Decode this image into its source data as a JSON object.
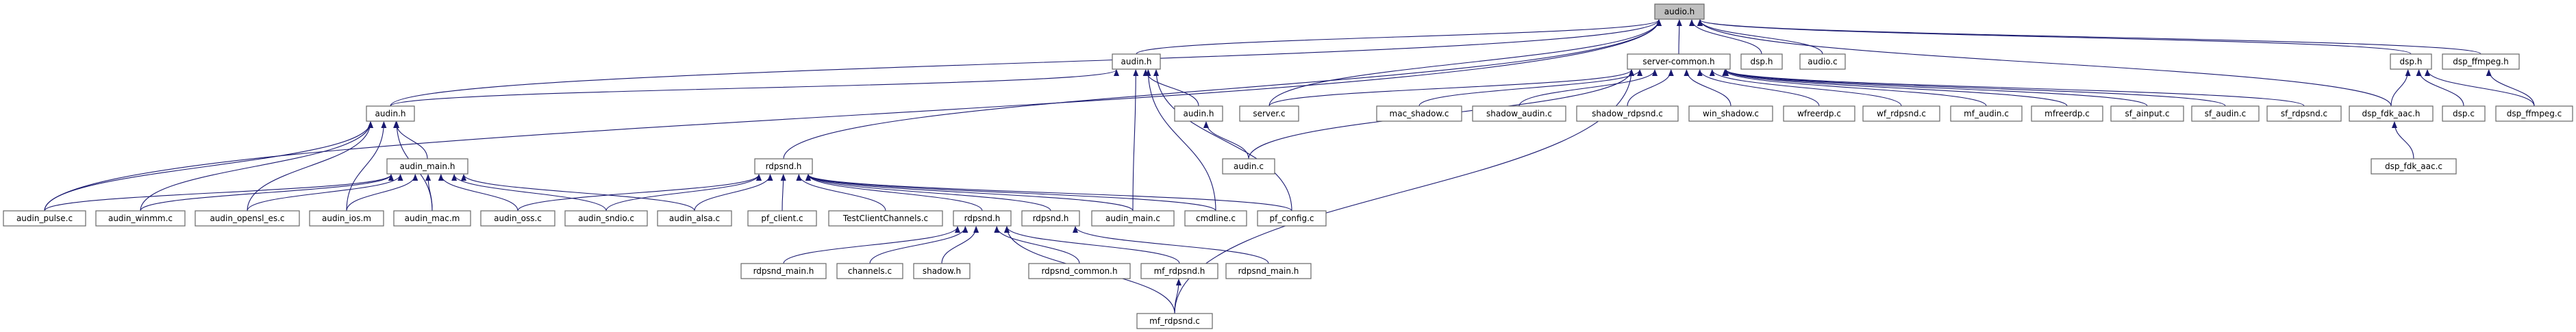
{
  "graph": {
    "nodes": [
      {
        "id": "audio_h",
        "label": "audio.h",
        "style": "root"
      },
      {
        "id": "audin_h_a",
        "label": "audin.h",
        "style": "normal"
      },
      {
        "id": "server_common_h",
        "label": "server-common.h",
        "style": "normal"
      },
      {
        "id": "dsp_h_top",
        "label": "dsp.h",
        "style": "normal"
      },
      {
        "id": "audio_c",
        "label": "audio.c",
        "style": "normal"
      },
      {
        "id": "dsp_h",
        "label": "dsp.h",
        "style": "normal"
      },
      {
        "id": "dsp_ffmpeg_h",
        "label": "dsp_ffmpeg.h",
        "style": "normal"
      },
      {
        "id": "audin_h_b",
        "label": "audin.h",
        "style": "normal"
      },
      {
        "id": "audin_h_c",
        "label": "audin.h",
        "style": "normal"
      },
      {
        "id": "server_c",
        "label": "server.c",
        "style": "normal"
      },
      {
        "id": "mac_shadow_c",
        "label": "mac_shadow.c",
        "style": "normal"
      },
      {
        "id": "shadow_audin_c",
        "label": "shadow_audin.c",
        "style": "normal"
      },
      {
        "id": "shadow_rdpsnd_c",
        "label": "shadow_rdpsnd.c",
        "style": "normal"
      },
      {
        "id": "win_shadow_c",
        "label": "win_shadow.c",
        "style": "normal"
      },
      {
        "id": "wfreerdp_c",
        "label": "wfreerdp.c",
        "style": "normal"
      },
      {
        "id": "wf_rdpsnd_c",
        "label": "wf_rdpsnd.c",
        "style": "normal"
      },
      {
        "id": "mf_audin_c",
        "label": "mf_audin.c",
        "style": "normal"
      },
      {
        "id": "mfreerdp_c",
        "label": "mfreerdp.c",
        "style": "normal"
      },
      {
        "id": "sf_ainput_c",
        "label": "sf_ainput.c",
        "style": "normal"
      },
      {
        "id": "sf_audin_c",
        "label": "sf_audin.c",
        "style": "normal"
      },
      {
        "id": "sf_rdpsnd_c",
        "label": "sf_rdpsnd.c",
        "style": "normal"
      },
      {
        "id": "dsp_fdk_aac_h",
        "label": "dsp_fdk_aac.h",
        "style": "normal"
      },
      {
        "id": "dsp_c",
        "label": "dsp.c",
        "style": "normal"
      },
      {
        "id": "dsp_ffmpeg_c",
        "label": "dsp_ffmpeg.c",
        "style": "normal"
      },
      {
        "id": "audin_main_h",
        "label": "audin_main.h",
        "style": "red"
      },
      {
        "id": "rdpsnd_h_a",
        "label": "rdpsnd.h",
        "style": "normal"
      },
      {
        "id": "audin_c",
        "label": "audin.c",
        "style": "normal"
      },
      {
        "id": "dsp_fdk_aac_c",
        "label": "dsp_fdk_aac.c",
        "style": "normal"
      },
      {
        "id": "audin_pulse_c",
        "label": "audin_pulse.c",
        "style": "normal"
      },
      {
        "id": "audin_winmm_c",
        "label": "audin_winmm.c",
        "style": "normal"
      },
      {
        "id": "audin_opensl_es_c",
        "label": "audin_opensl_es.c",
        "style": "normal"
      },
      {
        "id": "audin_ios_m",
        "label": "audin_ios.m",
        "style": "normal"
      },
      {
        "id": "audin_mac_m",
        "label": "audin_mac.m",
        "style": "normal"
      },
      {
        "id": "audin_oss_c",
        "label": "audin_oss.c",
        "style": "normal"
      },
      {
        "id": "audin_sndio_c",
        "label": "audin_sndio.c",
        "style": "normal"
      },
      {
        "id": "audin_alsa_c",
        "label": "audin_alsa.c",
        "style": "normal"
      },
      {
        "id": "pf_client_c",
        "label": "pf_client.c",
        "style": "normal"
      },
      {
        "id": "TestClientChannels_c",
        "label": "TestClientChannels.c",
        "style": "normal"
      },
      {
        "id": "rdpsnd_h_red",
        "label": "rdpsnd.h",
        "style": "red"
      },
      {
        "id": "rdpsnd_h_c",
        "label": "rdpsnd.h",
        "style": "normal"
      },
      {
        "id": "audin_main_c",
        "label": "audin_main.c",
        "style": "normal"
      },
      {
        "id": "cmdline_c",
        "label": "cmdline.c",
        "style": "normal"
      },
      {
        "id": "pf_config_c",
        "label": "pf_config.c",
        "style": "normal"
      },
      {
        "id": "rdpsnd_main_h_a",
        "label": "rdpsnd_main.h",
        "style": "red"
      },
      {
        "id": "channels_c",
        "label": "channels.c",
        "style": "normal"
      },
      {
        "id": "shadow_h",
        "label": "shadow.h",
        "style": "red"
      },
      {
        "id": "rdpsnd_common_h",
        "label": "rdpsnd_common.h",
        "style": "red"
      },
      {
        "id": "mf_rdpsnd_h",
        "label": "mf_rdpsnd.h",
        "style": "red"
      },
      {
        "id": "rdpsnd_main_h_b",
        "label": "rdpsnd_main.h",
        "style": "red"
      },
      {
        "id": "mf_rdpsnd_c",
        "label": "mf_rdpsnd.c",
        "style": "normal"
      }
    ],
    "edges": [
      [
        "audin_h_a",
        "audio_h"
      ],
      [
        "server_common_h",
        "audio_h"
      ],
      [
        "dsp_h_top",
        "audio_h"
      ],
      [
        "audio_c",
        "audio_h"
      ],
      [
        "dsp_h",
        "audio_h"
      ],
      [
        "dsp_ffmpeg_h",
        "audio_h"
      ],
      [
        "audin_h_b",
        "audio_h"
      ],
      [
        "server_c",
        "audio_h"
      ],
      [
        "rdpsnd_h_a",
        "audio_h"
      ],
      [
        "audin_pulse_c",
        "audio_h"
      ],
      [
        "dsp_fdk_aac_h",
        "audio_h"
      ],
      [
        "audin_h_b",
        "audin_h_a"
      ],
      [
        "audin_h_c",
        "audin_h_a"
      ],
      [
        "audin_main_c",
        "audin_h_a"
      ],
      [
        "cmdline_c",
        "audin_h_a"
      ],
      [
        "pf_config_c",
        "audin_h_a"
      ],
      [
        "server_c",
        "server_common_h"
      ],
      [
        "mac_shadow_c",
        "server_common_h"
      ],
      [
        "shadow_audin_c",
        "server_common_h"
      ],
      [
        "shadow_rdpsnd_c",
        "server_common_h"
      ],
      [
        "win_shadow_c",
        "server_common_h"
      ],
      [
        "wfreerdp_c",
        "server_common_h"
      ],
      [
        "wf_rdpsnd_c",
        "server_common_h"
      ],
      [
        "mf_audin_c",
        "server_common_h"
      ],
      [
        "mfreerdp_c",
        "server_common_h"
      ],
      [
        "sf_ainput_c",
        "server_common_h"
      ],
      [
        "sf_audin_c",
        "server_common_h"
      ],
      [
        "sf_rdpsnd_c",
        "server_common_h"
      ],
      [
        "audin_c",
        "server_common_h"
      ],
      [
        "mf_rdpsnd_c",
        "server_common_h"
      ],
      [
        "dsp_fdk_aac_h",
        "dsp_h"
      ],
      [
        "dsp_c",
        "dsp_h"
      ],
      [
        "dsp_ffmpeg_c",
        "dsp_h"
      ],
      [
        "dsp_ffmpeg_c",
        "dsp_ffmpeg_h"
      ],
      [
        "dsp_fdk_aac_c",
        "dsp_fdk_aac_h"
      ],
      [
        "audin_c",
        "audin_h_c"
      ],
      [
        "audin_main_h",
        "audin_h_b"
      ],
      [
        "audin_pulse_c",
        "audin_h_b"
      ],
      [
        "audin_winmm_c",
        "audin_h_b"
      ],
      [
        "audin_opensl_es_c",
        "audin_h_b"
      ],
      [
        "audin_ios_m",
        "audin_h_b"
      ],
      [
        "audin_mac_m",
        "audin_h_b"
      ],
      [
        "audin_pulse_c",
        "audin_main_h"
      ],
      [
        "audin_winmm_c",
        "audin_main_h"
      ],
      [
        "audin_opensl_es_c",
        "audin_main_h"
      ],
      [
        "audin_ios_m",
        "audin_main_h"
      ],
      [
        "audin_mac_m",
        "audin_main_h"
      ],
      [
        "audin_oss_c",
        "audin_main_h"
      ],
      [
        "audin_sndio_c",
        "audin_main_h"
      ],
      [
        "audin_alsa_c",
        "audin_main_h"
      ],
      [
        "audin_oss_c",
        "rdpsnd_h_a"
      ],
      [
        "audin_sndio_c",
        "rdpsnd_h_a"
      ],
      [
        "audin_alsa_c",
        "rdpsnd_h_a"
      ],
      [
        "pf_client_c",
        "rdpsnd_h_a"
      ],
      [
        "TestClientChannels_c",
        "rdpsnd_h_a"
      ],
      [
        "rdpsnd_h_red",
        "rdpsnd_h_a"
      ],
      [
        "rdpsnd_h_c",
        "rdpsnd_h_a"
      ],
      [
        "audin_main_c",
        "rdpsnd_h_a"
      ],
      [
        "cmdline_c",
        "rdpsnd_h_a"
      ],
      [
        "pf_config_c",
        "rdpsnd_h_a"
      ],
      [
        "rdpsnd_main_h_a",
        "rdpsnd_h_red"
      ],
      [
        "channels_c",
        "rdpsnd_h_red"
      ],
      [
        "shadow_h",
        "rdpsnd_h_red"
      ],
      [
        "rdpsnd_common_h",
        "rdpsnd_h_red"
      ],
      [
        "mf_rdpsnd_h",
        "rdpsnd_h_red"
      ],
      [
        "mf_rdpsnd_c",
        "rdpsnd_h_red"
      ],
      [
        "rdpsnd_main_h_b",
        "rdpsnd_h_c"
      ],
      [
        "mf_rdpsnd_c",
        "mf_rdpsnd_h"
      ]
    ]
  }
}
